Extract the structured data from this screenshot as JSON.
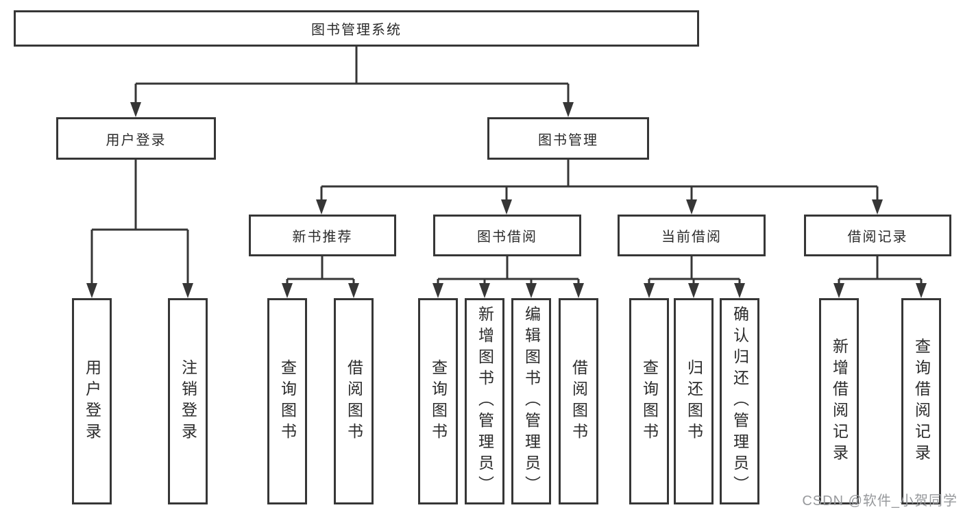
{
  "diagram": {
    "root": {
      "label": "图书管理系统"
    },
    "branches": [
      {
        "label": "用户登录",
        "children": [
          {
            "label": "用户登录"
          },
          {
            "label": "注销登录"
          }
        ]
      },
      {
        "label": "图书管理",
        "children": [
          {
            "label": "新书推荐",
            "children": [
              {
                "label": "查询图书"
              },
              {
                "label": "借阅图书"
              }
            ]
          },
          {
            "label": "图书借阅",
            "children": [
              {
                "label": "查询图书"
              },
              {
                "label": "新增图书（管理员）"
              },
              {
                "label": "编辑图书（管理员）"
              },
              {
                "label": "借阅图书"
              }
            ]
          },
          {
            "label": "当前借阅",
            "children": [
              {
                "label": "查询图书"
              },
              {
                "label": "归还图书"
              },
              {
                "label": "确认归还（管理员）"
              }
            ]
          },
          {
            "label": "借阅记录",
            "children": [
              {
                "label": "新增借阅记录"
              },
              {
                "label": "查询借阅记录"
              }
            ]
          }
        ]
      }
    ]
  },
  "watermark": {
    "text": "CSDN @软件_小贺同学"
  },
  "colors": {
    "line": "#363636",
    "text": "#2b2b2b",
    "watermark": "#97999c",
    "background": "#ffffff"
  }
}
